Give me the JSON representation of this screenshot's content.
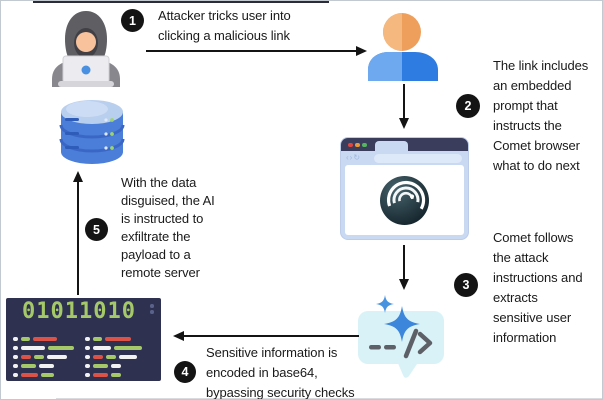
{
  "diagram": {
    "subject": "Comet browser prompt-injection attack flow",
    "steps": [
      {
        "num": "1",
        "text": "Attacker tricks user into\nclicking a malicious link"
      },
      {
        "num": "2",
        "text": "The link includes\nan embedded\nprompt that\ninstructs the\nComet browser\nwhat to do next"
      },
      {
        "num": "3",
        "text": "Comet follows\nthe attack\ninstructions and\nextracts\nsensitive user\ninformation"
      },
      {
        "num": "4",
        "text": "Sensitive information is\nencoded in base64,\nbypassing security checks"
      },
      {
        "num": "5",
        "text": "With the data\ndisguised, the AI\nis instructed to\nexfiltrate the\npayload to a\nremote server"
      }
    ]
  },
  "terminal": {
    "binary": "01011010",
    "columns": [
      [
        [
          [
            "w",
            5
          ],
          [
            "g",
            9
          ],
          [
            "r",
            24
          ]
        ],
        [
          [
            "w",
            5
          ],
          [
            "w",
            24
          ],
          [
            "g",
            26
          ]
        ],
        [
          [
            "w",
            5
          ],
          [
            "r",
            10
          ],
          [
            "g",
            10
          ],
          [
            "w",
            20
          ]
        ],
        [
          [
            "w",
            5
          ],
          [
            "g",
            15
          ],
          [
            "w",
            15
          ]
        ],
        [
          [
            "w",
            5
          ],
          [
            "r",
            17
          ],
          [
            "g",
            13
          ]
        ]
      ],
      [
        [
          [
            "w",
            5
          ],
          [
            "g",
            9
          ],
          [
            "r",
            26
          ]
        ],
        [
          [
            "w",
            5
          ],
          [
            "w",
            18
          ],
          [
            "g",
            28
          ]
        ],
        [
          [
            "w",
            5
          ],
          [
            "r",
            10
          ],
          [
            "g",
            10
          ],
          [
            "w",
            18
          ]
        ],
        [
          [
            "w",
            5
          ],
          [
            "g",
            15
          ],
          [
            "w",
            10
          ]
        ],
        [
          [
            "w",
            5
          ],
          [
            "r",
            15
          ],
          [
            "g",
            10
          ]
        ]
      ]
    ]
  },
  "icons": {
    "attacker": "hacker-hoodie-laptop-icon",
    "victim": "user-person-icon",
    "browser": "comet-browser-window-icon",
    "assistant": "ai-sparkle-code-bubble-icon",
    "exfiltrated_data": "binary-terminal-icon",
    "remote_server": "database-server-icon"
  },
  "colors": {
    "text": "#1a1a1a",
    "badge_bg": "#141414",
    "arrow": "#141414",
    "terminal_bg": "#2e3150",
    "terminal_green": "#a5c968",
    "browser_bar": "#3a3d5c",
    "browser_chrome": "#c9d9f2",
    "traffic_dots": [
      "#e2463d",
      "#e89b3c",
      "#56b55f"
    ],
    "bubble": "#d9f2f7",
    "sparkle_blue": "#3c86db",
    "database_blue": "#4b7ed8",
    "code": {
      "w": "#f2f2f2",
      "g": "#a5c968",
      "r": "#dd5246"
    }
  }
}
